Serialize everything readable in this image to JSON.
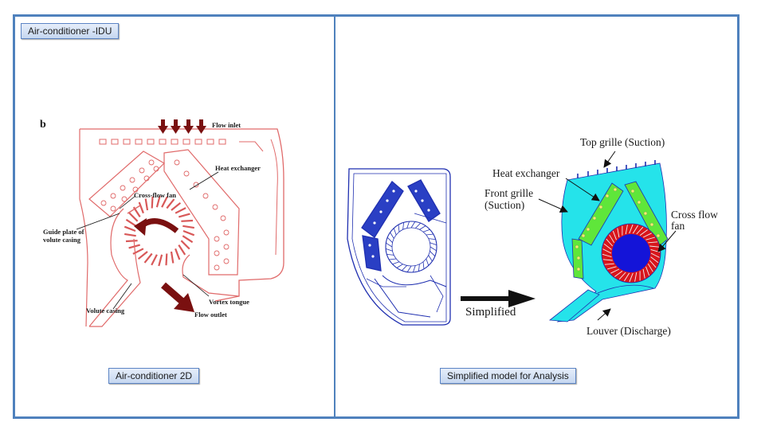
{
  "labels": {
    "idu_tag": "Air-conditioner -IDU",
    "left_caption": "Air-conditioner 2D",
    "right_caption": "Simplified model for Analysis"
  },
  "left_diagram": {
    "panel_letter": "b",
    "flow_inlet": "Flow inlet",
    "heat_exchanger": "Heat exchanger",
    "cross_flow_fan": "Cross-flow fan",
    "guide_plate_line1": "Guide plate of",
    "guide_plate_line2": "volute casing",
    "vortex_tongue": "Vortex tongue",
    "volute_casing": "Volute casing",
    "flow_outlet": "Flow outlet"
  },
  "right_diagram": {
    "arrow_label": "Simplified",
    "top_grille": "Top grille (Suction)",
    "heat_exchanger": "Heat exchanger",
    "front_grille_line1": "Front grille",
    "front_grille_line2": "(Suction)",
    "cross_flow_line1": "Cross flow",
    "cross_flow_line2": "fan",
    "louver": "Louver (Discharge)"
  },
  "colors": {
    "frame_border": "#4f81bd",
    "left_line": "#e06a6a",
    "flow_arrow": "#7a1010",
    "model_line": "#1f2fb0",
    "body_fill": "#25e3ea",
    "coil_fill": "#5fe63a",
    "fan_ring": "#d8161c",
    "fan_hub": "#1414d8"
  }
}
